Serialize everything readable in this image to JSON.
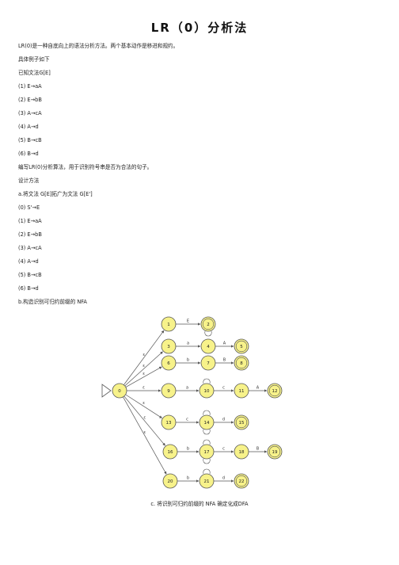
{
  "title": "LR（0）分析法",
  "lines": [
    "LR(0)是一种自底向上的语法分析方法。两个基本动作是移进和规约。",
    "具体例子如下",
    "已知文法G[E]",
    "(1) E→aA",
    "(2) E→bB",
    "(3) A→cA",
    "(4) A→d",
    "(5) B→cB",
    "(6) B→d",
    "编写LR(0)分析算法，用于识别符号串是否为合法的句子。",
    "  设计方法",
    "a.将文法 G[E]拓广为文法 G[E']",
    "(0) S'→E",
    "(1) E→aA",
    "(2) E→bB",
    "(3) A→cA",
    "(4) A→d",
    "(5) B→cB",
    "(6) B→d",
    "b.构造识别可归约前缀的 NFA"
  ],
  "caption": "c. 将识别可归约前缀的 NFA 确定化成DFA",
  "nfa": {
    "states": [
      "0",
      "1",
      "2",
      "3",
      "4",
      "5",
      "6",
      "7",
      "8",
      "9",
      "10",
      "11",
      "12",
      "13",
      "14",
      "15",
      "16",
      "17",
      "18",
      "19",
      "20",
      "21",
      "22"
    ],
    "final_states": [
      "2",
      "5",
      "8",
      "12",
      "15",
      "19",
      "22"
    ],
    "edge_labels": [
      "E",
      "a",
      "A",
      "b",
      "B",
      "a",
      "c",
      "A",
      "c",
      "d",
      "b",
      "c",
      "B",
      "b",
      "d"
    ],
    "colors": {
      "state_fill": "#f7f28a",
      "state_stroke": "#555555",
      "edge": "#555555"
    }
  }
}
